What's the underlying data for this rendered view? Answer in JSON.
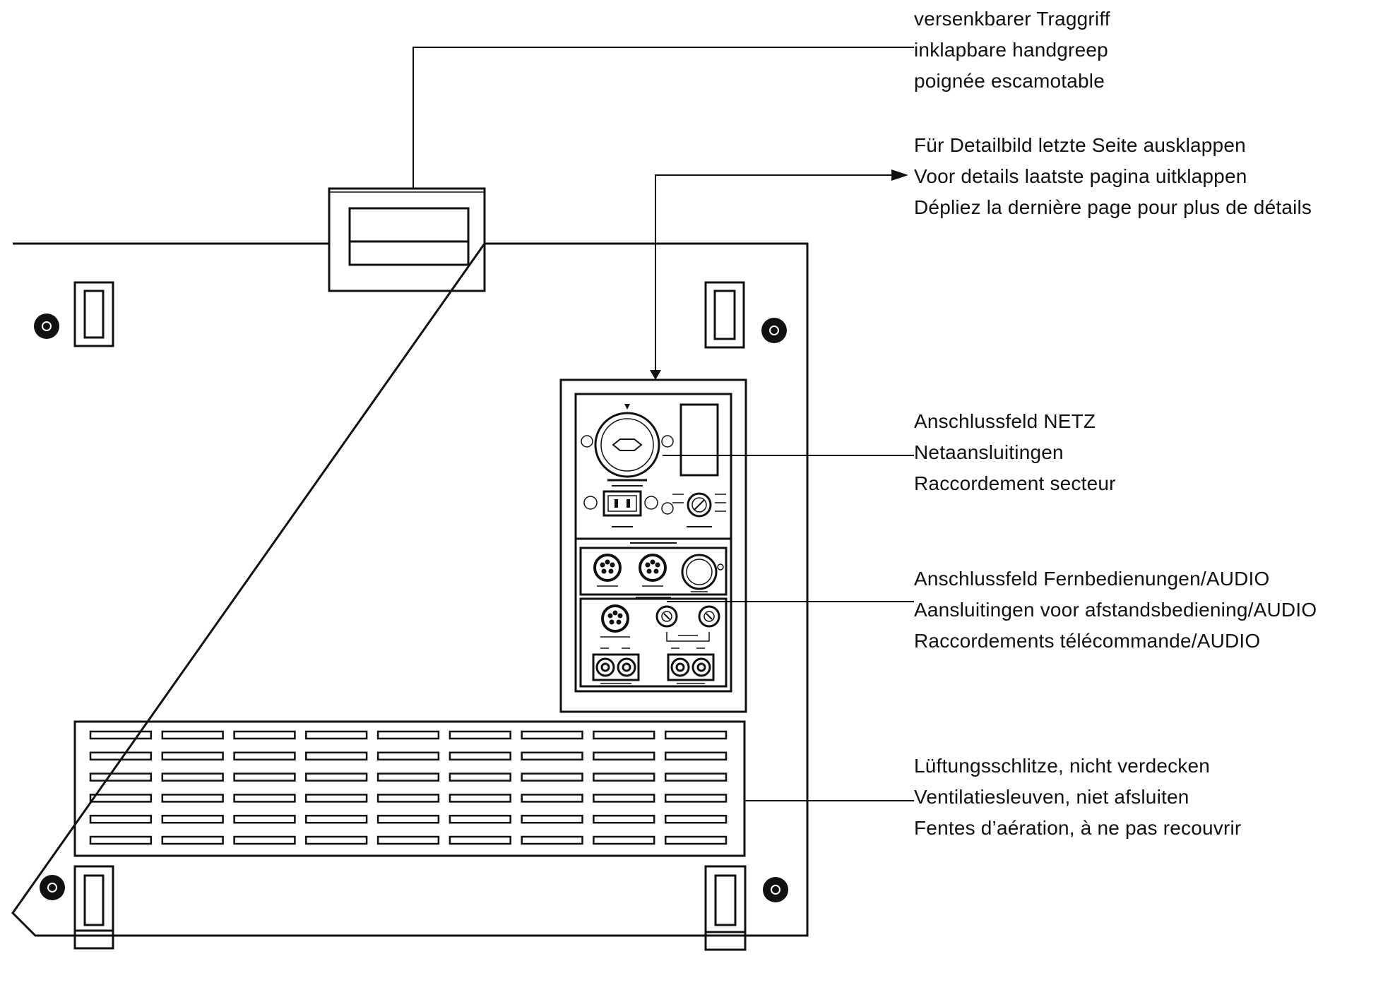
{
  "callouts": {
    "handle": {
      "de": "versenkbarer Traggriff",
      "nl": "inklapbare handgreep",
      "fr": "poignée escamotable"
    },
    "detail": {
      "de": "Für Detailbild letzte Seite ausklappen",
      "nl": "Voor details laatste pagina uitklappen",
      "fr": "Dépliez la dernière page pour plus de détails"
    },
    "mains": {
      "de": "Anschlussfeld NETZ",
      "nl": "Netaansluitingen",
      "fr": "Raccordement secteur"
    },
    "remote_audio": {
      "de": "Anschlussfeld Fernbedienungen/AUDIO",
      "nl": "Aansluitingen voor afstandsbediening/AUDIO",
      "fr": "Raccordements télécommande/AUDIO"
    },
    "vents": {
      "de": "Lüftungsschlitze, nicht verdecken",
      "nl": "Ventilatiesleuven, niet afsluiten",
      "fr": "Fentes d’aération, à ne pas recouvrir"
    }
  },
  "vent_grille": {
    "rows": 6,
    "columns": 9
  }
}
